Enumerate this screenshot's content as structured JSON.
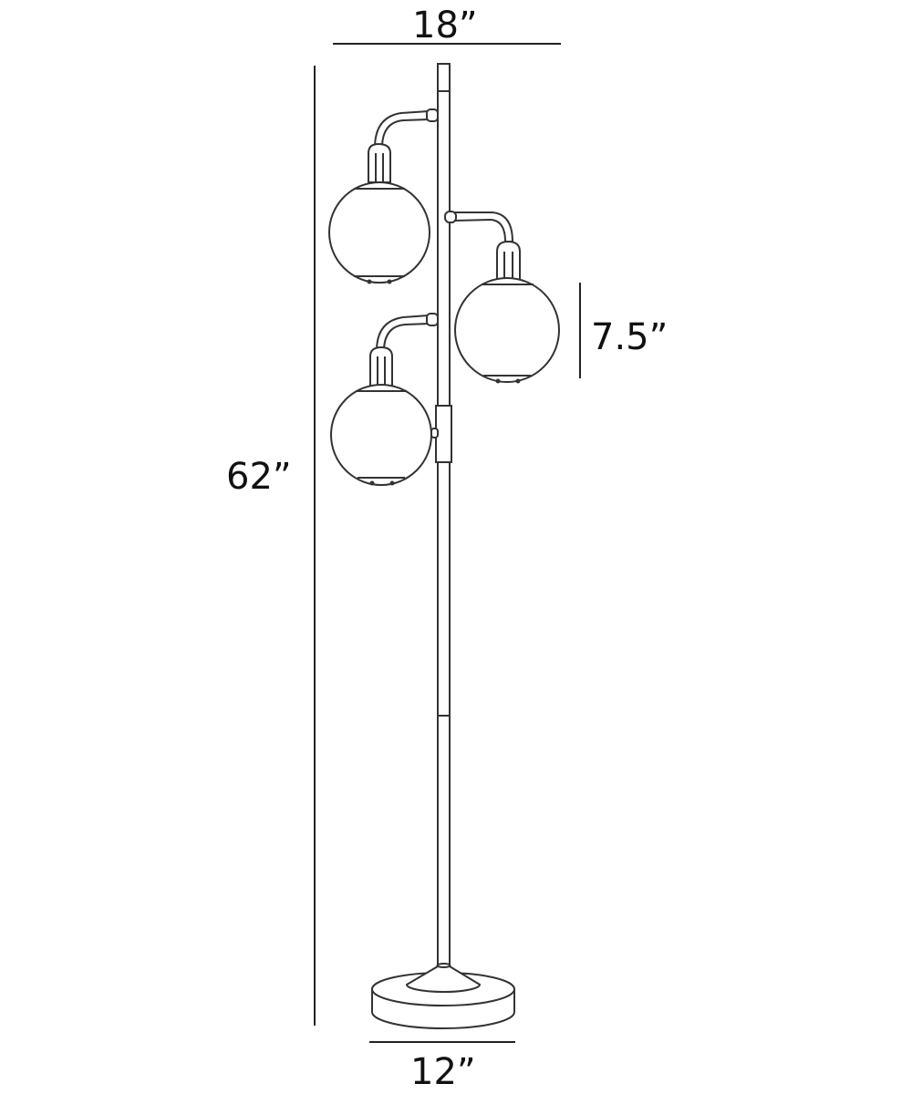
{
  "dimensions": {
    "overall_width": "18”",
    "overall_height": "62”",
    "shade_height": "7.5”",
    "base_diameter": "12”"
  },
  "colors": {
    "line": "#222222",
    "background": "#ffffff"
  }
}
